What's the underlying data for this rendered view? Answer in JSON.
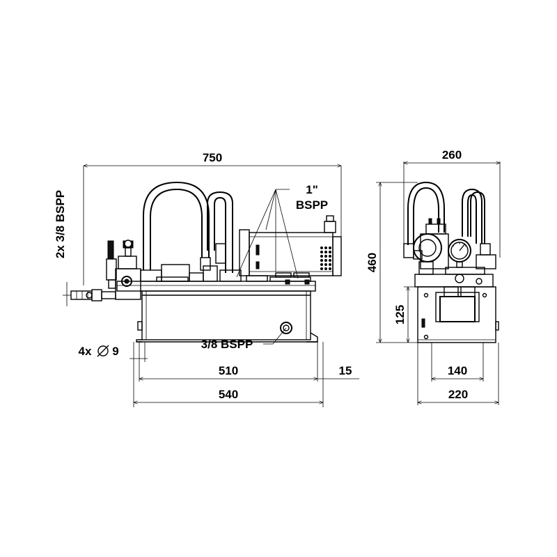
{
  "drawing": {
    "labels": {
      "overall_width": "750",
      "port_1in_line1": "1\"",
      "port_1in_line2": "BSPP",
      "ports_side": "2x 3/8 BSPP",
      "port_drain": "3/8 BSPP",
      "holes_count": "4x",
      "holes_dia": "9",
      "base_hole_spacing": "510",
      "base_length": "540",
      "foot_offset": "15",
      "end_width": "260",
      "end_height": "460",
      "tank_height": "125",
      "end_hole_spacing": "140",
      "end_base_width": "220"
    },
    "colors": {
      "ink": "#000000",
      "background": "#ffffff"
    }
  }
}
